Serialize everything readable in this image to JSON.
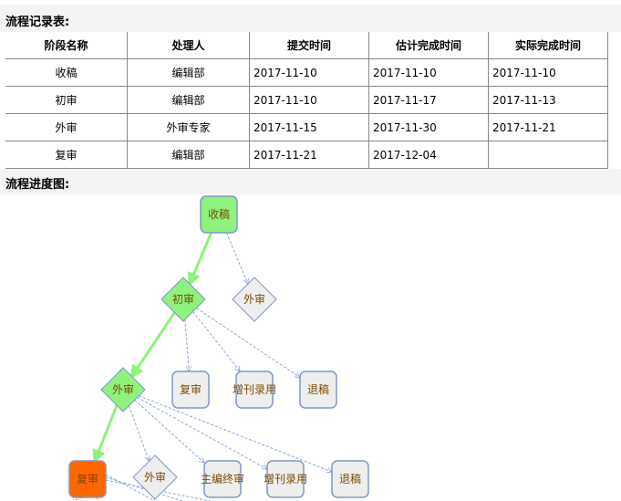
{
  "record_section": {
    "title": "流程记录表:"
  },
  "record_table": {
    "headers": [
      "阶段名称",
      "处理人",
      "提交时间",
      "估计完成时间",
      "实际完成时间"
    ],
    "rows": [
      [
        "收稿",
        "编辑部",
        "2017-11-10",
        "2017-11-10",
        "2017-11-10"
      ],
      [
        "初审",
        "编辑部",
        "2017-11-10",
        "2017-11-17",
        "2017-11-13"
      ],
      [
        "外审",
        "外审专家",
        "2017-11-15",
        "2017-11-30",
        "2017-11-21"
      ],
      [
        "复审",
        "编辑部",
        "2017-11-21",
        "2017-12-04",
        ""
      ]
    ]
  },
  "progress_section": {
    "title": "流程进度图:"
  },
  "colors": {
    "completed": "#8ef27c",
    "current": "#ff6600",
    "pending": "#eeeeee",
    "node_border": "#7f97c9",
    "done_edge": "#8ef27c",
    "option_edge": "#8ea6d4",
    "label": "#7a4a00"
  },
  "flow": {
    "nodes": {
      "n_shougao": {
        "label": "收稿",
        "shape": "box",
        "state": "completed"
      },
      "n_chushen": {
        "label": "初审",
        "shape": "diamond",
        "state": "completed"
      },
      "n_waishen_a": {
        "label": "外审",
        "shape": "diamond",
        "state": "pending"
      },
      "n_waishen": {
        "label": "外审",
        "shape": "diamond",
        "state": "completed"
      },
      "n_fushen_a": {
        "label": "复审",
        "shape": "box",
        "state": "pending"
      },
      "n_zengkan_a": {
        "label": "增刊录用",
        "shape": "box",
        "state": "pending"
      },
      "n_tuigao_a": {
        "label": "退稿",
        "shape": "box",
        "state": "pending"
      },
      "n_fushen": {
        "label": "复审",
        "shape": "box",
        "state": "current"
      },
      "n_waishen_b": {
        "label": "外审",
        "shape": "diamond",
        "state": "pending"
      },
      "n_zhubian": {
        "label": "主编终审",
        "shape": "box",
        "state": "pending"
      },
      "n_zengkan_b": {
        "label": "增刊录用",
        "shape": "box",
        "state": "pending"
      },
      "n_tuigao_b": {
        "label": "退稿",
        "shape": "box",
        "state": "pending"
      }
    },
    "edges": [
      {
        "from": "n_shougao",
        "to": "n_chushen",
        "type": "done"
      },
      {
        "from": "n_shougao",
        "to": "n_waishen_a",
        "type": "option"
      },
      {
        "from": "n_chushen",
        "to": "n_waishen",
        "type": "done"
      },
      {
        "from": "n_chushen",
        "to": "n_fushen_a",
        "type": "option"
      },
      {
        "from": "n_chushen",
        "to": "n_zengkan_a",
        "type": "option"
      },
      {
        "from": "n_chushen",
        "to": "n_tuigao_a",
        "type": "option"
      },
      {
        "from": "n_waishen",
        "to": "n_fushen",
        "type": "done"
      },
      {
        "from": "n_waishen",
        "to": "n_waishen_b",
        "type": "option"
      },
      {
        "from": "n_waishen",
        "to": "n_zhubian",
        "type": "option"
      },
      {
        "from": "n_waishen",
        "to": "n_zengkan_b",
        "type": "option"
      },
      {
        "from": "n_waishen",
        "to": "n_tuigao_b",
        "type": "option"
      }
    ]
  }
}
